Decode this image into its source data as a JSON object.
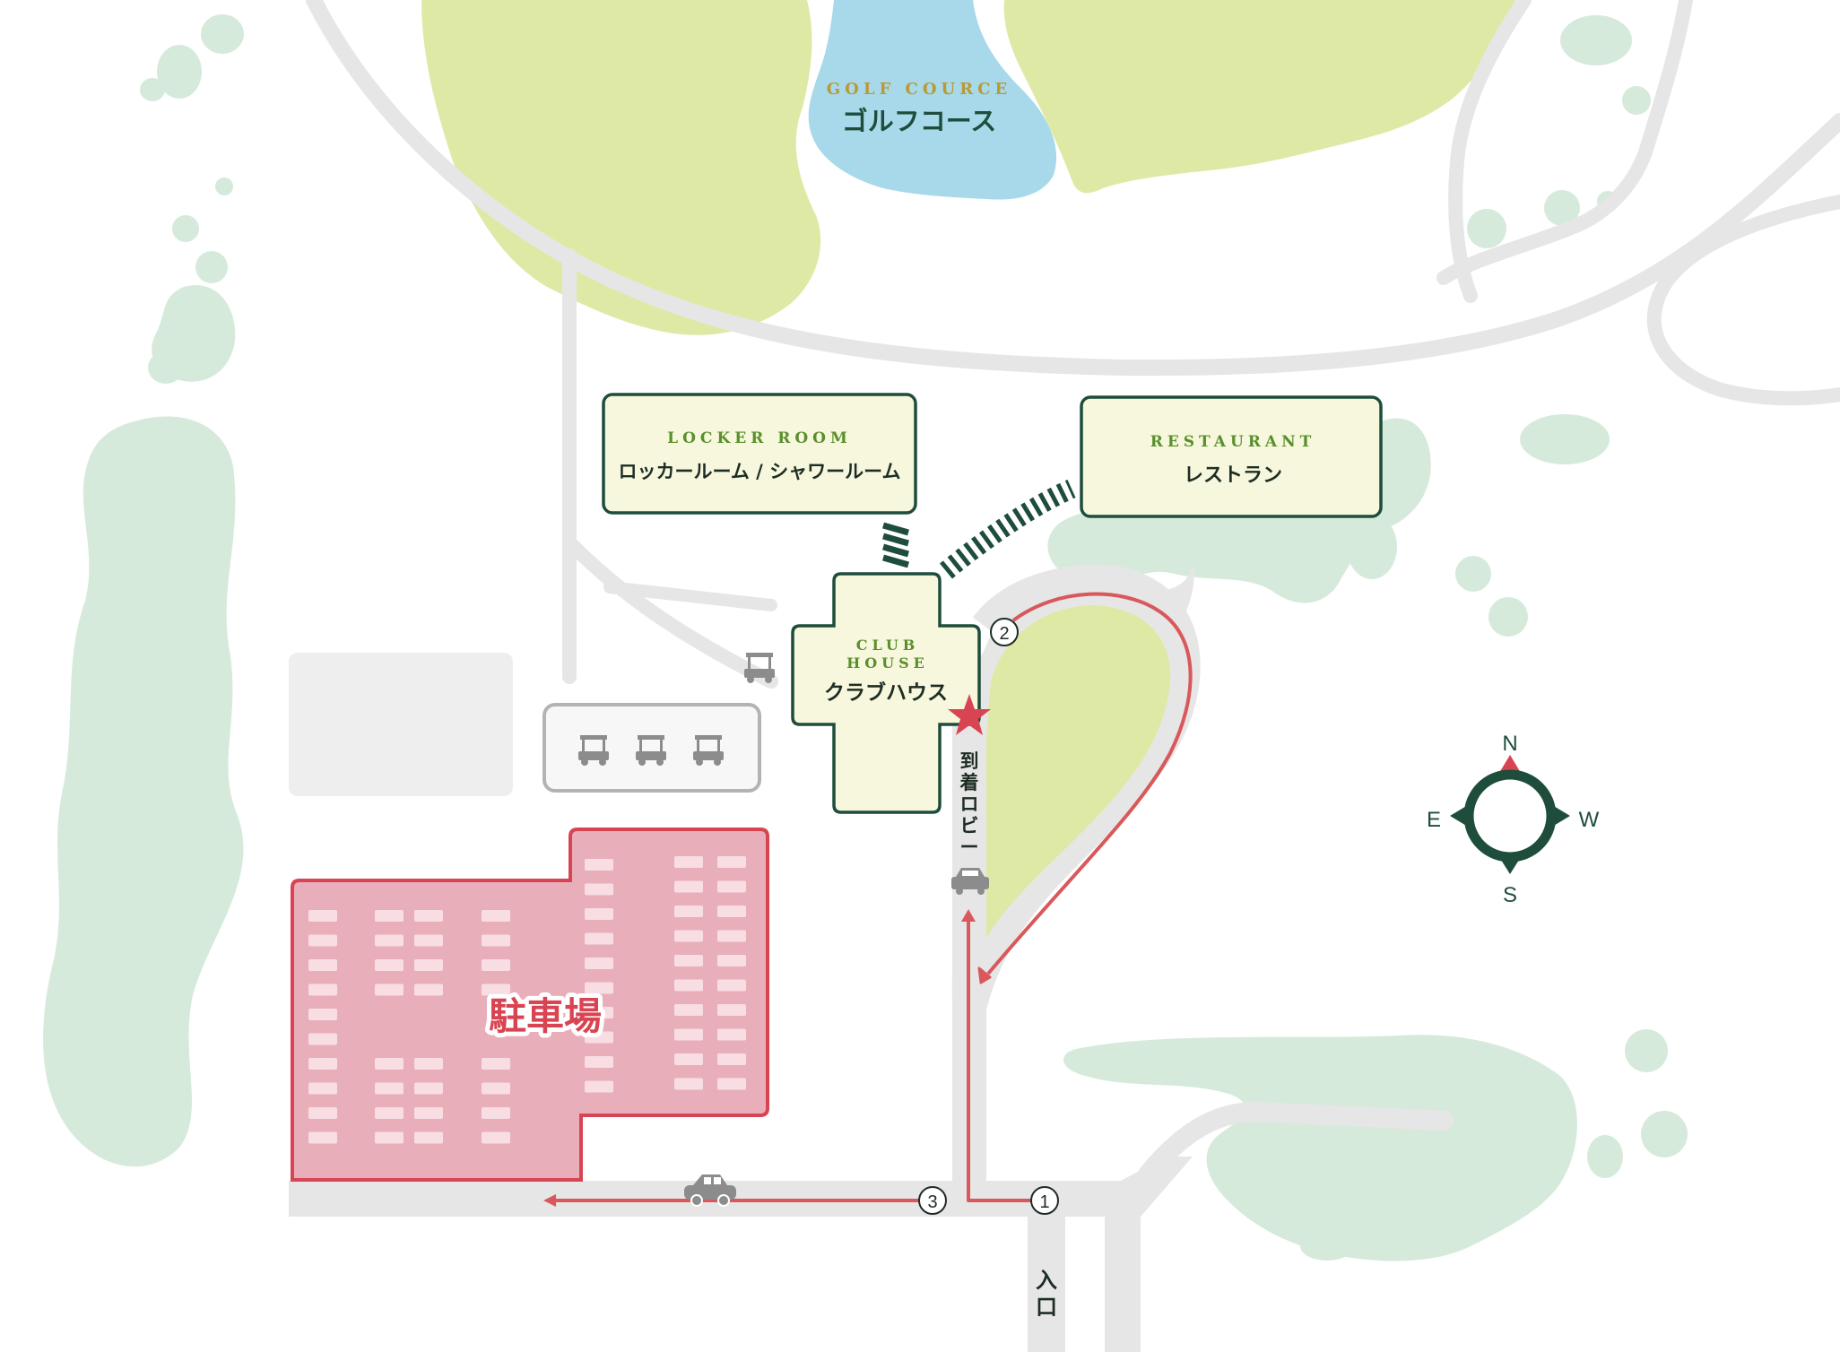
{
  "golf_course": {
    "title_en": "GOLF COURCE",
    "title_jp": "ゴルフコース"
  },
  "locker_room": {
    "title_en": "LOCKER ROOM",
    "title_jp": "ロッカールーム / シャワールーム"
  },
  "restaurant": {
    "title_en": "RESTAURANT",
    "title_jp": "レストラン"
  },
  "club_house": {
    "title_en_line1": "CLUB",
    "title_en_line2": "HOUSE",
    "title_jp": "クラブハウス"
  },
  "arrival_lobby": {
    "label_chars": [
      "到",
      "着",
      "ロ",
      "ビ",
      "ー"
    ]
  },
  "parking": {
    "label": "駐車場"
  },
  "entrance": {
    "label_chars": [
      "入",
      "口"
    ]
  },
  "route_steps": {
    "step1": "1",
    "step2": "2",
    "step3": "3"
  },
  "compass": {
    "north": "N",
    "south": "S",
    "east": "E",
    "west": "W"
  },
  "colors": {
    "green_dark": "#1e4d3c",
    "route_red": "#d9585b",
    "parking_pink": "#e8afbb",
    "parking_red": "#d94452",
    "fairway_green": "#dfe9a6",
    "tree_green": "#d6eadb",
    "pond_blue": "#a7d9ea",
    "road_gray": "#e6e6e6",
    "label_gold": "#b99a33",
    "label_green": "#5a8f2c"
  }
}
